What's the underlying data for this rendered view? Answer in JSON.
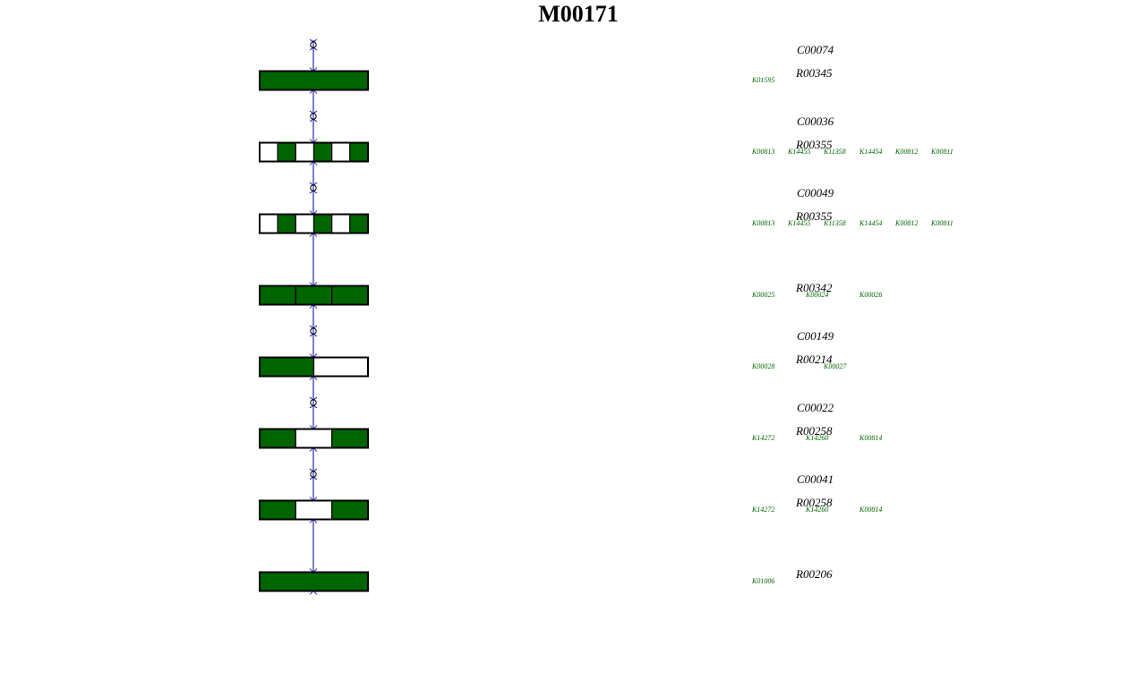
{
  "module_id": "M00171",
  "colors": {
    "filled": "#006400",
    "empty": "#ffffff",
    "border": "#000000",
    "flow_line": "#00008b",
    "compound_text": "#000000",
    "ko_text": "#006400"
  },
  "compound_marker_icon": "compound-node-icon",
  "steps": [
    {
      "compound": "C00074",
      "reaction": "R00345",
      "kos": [
        "K01595"
      ],
      "boxes": [
        true
      ],
      "compound_node": true
    },
    {
      "compound": "C00036",
      "reaction": "R00355",
      "kos": [
        "K00813",
        "K14455",
        "K11358",
        "K14454",
        "K00812",
        "K00811"
      ],
      "boxes": [
        false,
        true,
        false,
        true,
        false,
        true
      ],
      "compound_node": true
    },
    {
      "compound": "C00049",
      "reaction": "R00355",
      "kos": [
        "K00813",
        "K14455",
        "K11358",
        "K14454",
        "K00812",
        "K00811"
      ],
      "boxes": [
        false,
        true,
        false,
        true,
        false,
        true
      ],
      "compound_node": true
    },
    {
      "compound": "",
      "reaction": "R00342",
      "kos": [
        "K00025",
        "K00024",
        "K00026"
      ],
      "boxes": [
        true,
        true,
        true
      ],
      "compound_node": false
    },
    {
      "compound": "C00149",
      "reaction": "R00214",
      "kos": [
        "K00028",
        "K00027"
      ],
      "boxes": [
        true,
        false
      ],
      "compound_node": true
    },
    {
      "compound": "C00022",
      "reaction": "R00258",
      "kos": [
        "K14272",
        "K14260",
        "K00814"
      ],
      "boxes": [
        true,
        false,
        true
      ],
      "compound_node": true
    },
    {
      "compound": "C00041",
      "reaction": "R00258",
      "kos": [
        "K14272",
        "K14260",
        "K00814"
      ],
      "boxes": [
        true,
        false,
        true
      ],
      "compound_node": true
    },
    {
      "compound": "",
      "reaction": "R00206",
      "kos": [
        "K01006"
      ],
      "boxes": [
        true
      ],
      "compound_node": false
    }
  ]
}
